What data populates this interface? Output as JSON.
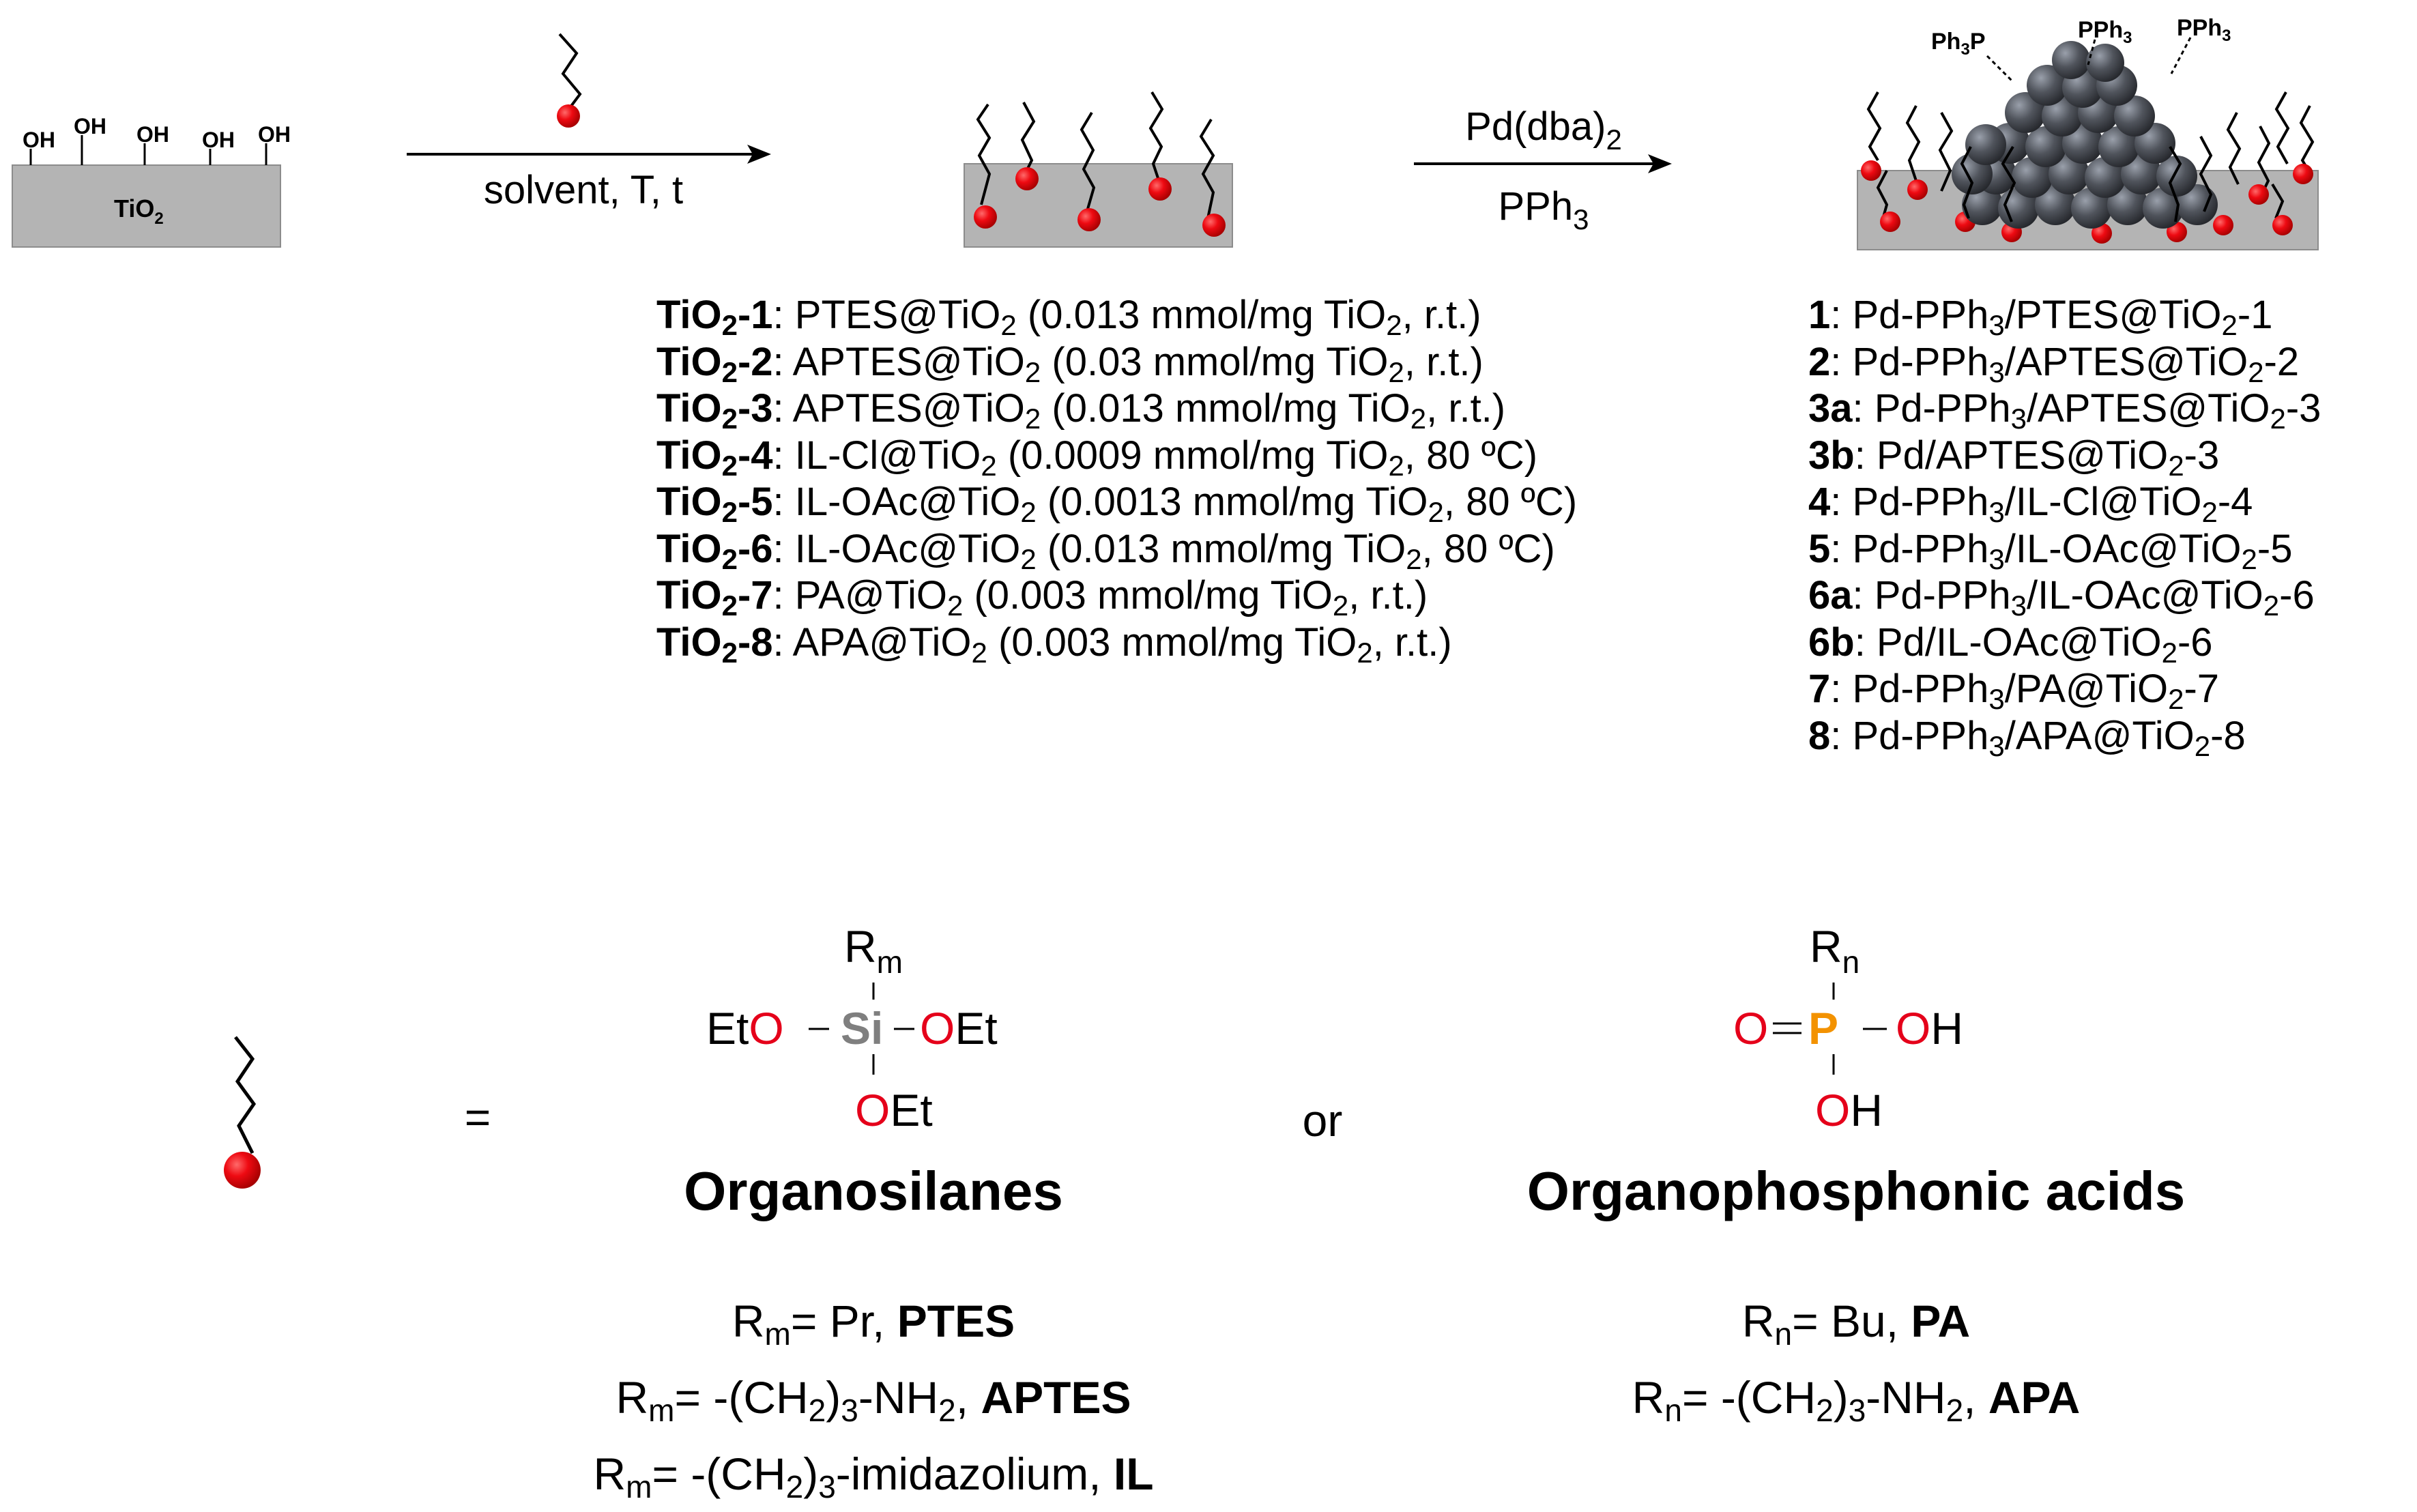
{
  "scheme": {
    "support_label": "TiO2",
    "hydroxyl_label": "OH",
    "arrow1": {
      "below": "solvent, T, t"
    },
    "arrow2": {
      "above": "Pd(dba)2",
      "below": "PPh3"
    },
    "ligand_label": "Ph3P",
    "ligand_label_alt": "PPh3"
  },
  "functionalized_supports": [
    {
      "code": "TiO2-1",
      "name": "PTES@TiO2",
      "conditions": "(0.013 mmol/mg TiO2, r.t.)"
    },
    {
      "code": "TiO2-2",
      "name": "APTES@TiO2",
      "conditions": "(0.03 mmol/mg TiO2, r.t.)"
    },
    {
      "code": "TiO2-3",
      "name": "APTES@TiO2",
      "conditions": "(0.013 mmol/mg TiO2, r.t.)"
    },
    {
      "code": "TiO2-4",
      "name": "IL-Cl@TiO2",
      "conditions": "(0.0009 mmol/mg TiO2, 80 ºC)"
    },
    {
      "code": "TiO2-5",
      "name": "IL-OAc@TiO2",
      "conditions": "(0.0013 mmol/mg TiO2, 80 ºC)"
    },
    {
      "code": "TiO2-6",
      "name": "IL-OAc@TiO2",
      "conditions": "(0.013 mmol/mg TiO2, 80 ºC)"
    },
    {
      "code": "TiO2-7",
      "name": "PA@TiO2",
      "conditions": "(0.003 mmol/mg TiO2, r.t.)"
    },
    {
      "code": "TiO2-8",
      "name": "APA@TiO2",
      "conditions": "(0.003 mmol/mg TiO2, r.t.)"
    }
  ],
  "catalysts": [
    {
      "code": "1",
      "name": "Pd-PPh3/PTES@TiO2-1"
    },
    {
      "code": "2",
      "name": "Pd-PPh3/APTES@TiO2-2"
    },
    {
      "code": "3a",
      "name": "Pd-PPh3/APTES@TiO2-3"
    },
    {
      "code": "3b",
      "name": "Pd/APTES@TiO2-3"
    },
    {
      "code": "4",
      "name": "Pd-PPh3/IL-Cl@TiO2-4"
    },
    {
      "code": "5",
      "name": "Pd-PPh3/IL-OAc@TiO2-5"
    },
    {
      "code": "6a",
      "name": "Pd-PPh3/IL-OAc@TiO2-6"
    },
    {
      "code": "6b",
      "name": "Pd/IL-OAc@TiO2-6"
    },
    {
      "code": "7",
      "name": "Pd-PPh3/PA@TiO2-7"
    },
    {
      "code": "8",
      "name": "Pd-PPh3/APA@TiO2-8"
    }
  ],
  "legend": {
    "equals": "=",
    "or": "or",
    "organosilanes": {
      "heading": "Organosilanes",
      "r_group": "Rm",
      "center_atom": "Si",
      "substituent": "OEt",
      "substituent_left": "EtO",
      "definitions": [
        {
          "r": "Rm",
          "value": "= Pr, ",
          "abbr": "PTES"
        },
        {
          "r": "Rm",
          "value": "= -(CH2)3-NH2, ",
          "abbr": "APTES"
        },
        {
          "r": "Rm",
          "value": "= -(CH2)3-imidazolium, ",
          "abbr": "IL"
        }
      ]
    },
    "phosphonic_acids": {
      "heading": "Organophosphonic acids",
      "r_group": "Rn",
      "center_atom": "P",
      "double_bond_o": "O",
      "substituent": "OH",
      "definitions": [
        {
          "r": "Rn",
          "value": "= Bu, ",
          "abbr": "PA"
        },
        {
          "r": "Rn",
          "value": "= -(CH2)3-NH2, ",
          "abbr": "APA"
        }
      ]
    }
  },
  "colors": {
    "anchor_red": "#e5001a",
    "support_gray": "#b4b4b4",
    "pd_sphere": "#4d4f56",
    "silicon_gray": "#7f7f7f",
    "phosphorus_orange": "#f39200"
  }
}
